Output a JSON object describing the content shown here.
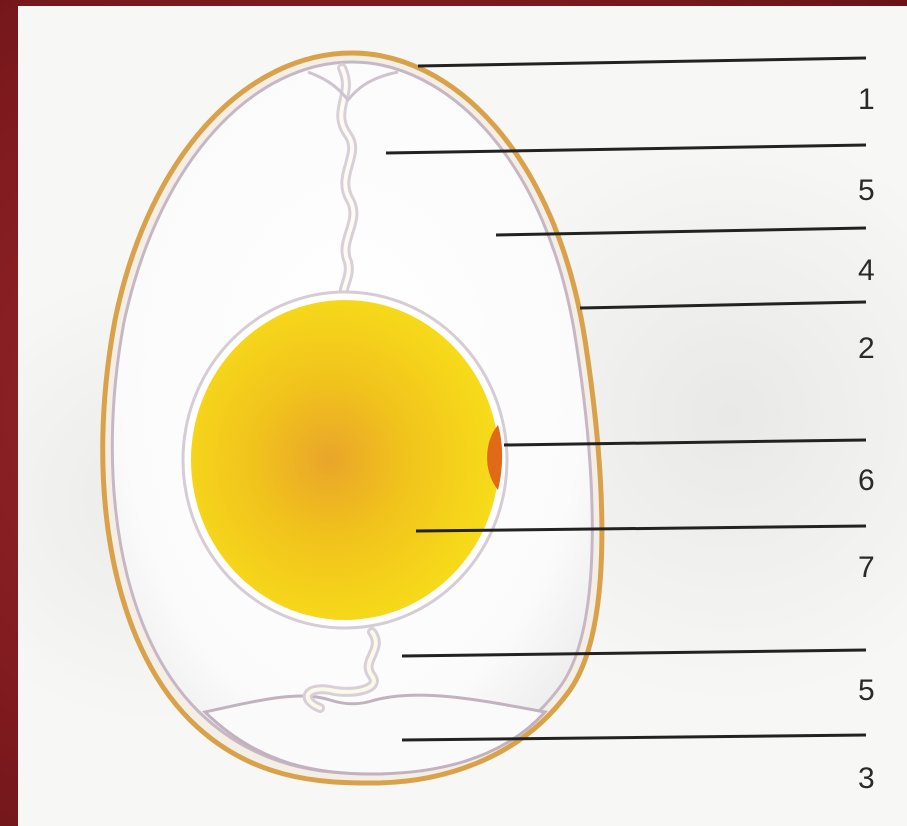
{
  "labels": {
    "shell": "1",
    "chalaza_top": "5",
    "albumen": "4",
    "shell_membrane": "2",
    "germinal_disc": "6",
    "yolk": "7",
    "chalaza_bottom": "5",
    "air_cell": "3"
  },
  "colors": {
    "frame": "#8a1e22",
    "paper": "#f7f7f5",
    "shell_outline": "#d9a24a",
    "yolk": "#f4d21a",
    "yolk_center": "#e8a21c",
    "germinal_disc": "#e06a18",
    "leader_line": "#222222"
  }
}
